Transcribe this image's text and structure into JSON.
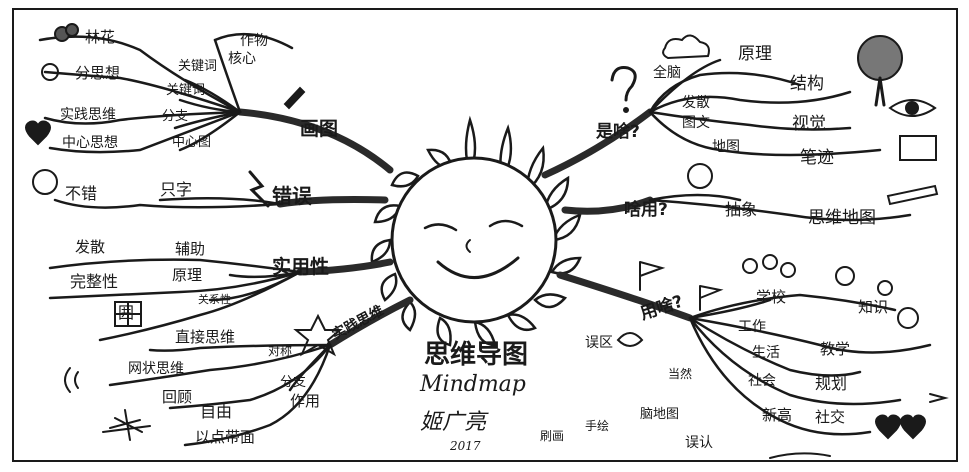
{
  "center": {
    "title": "思维导图",
    "subtitle": "Mindmap",
    "signature": "姬广亮",
    "year": "2017"
  },
  "branches": {
    "draw": {
      "label": "画图",
      "leaves": [
        "林花",
        "分思想",
        "实践思维",
        "中心思想",
        "作物",
        "核心",
        "关键词",
        "关键词",
        "分支",
        "中心图"
      ]
    },
    "mistake": {
      "label": "错误",
      "leaves": [
        "不错",
        "只字"
      ]
    },
    "useful": {
      "label": "实用性",
      "leaves": [
        "发散",
        "完整性",
        "囲",
        "辅助",
        "原理",
        "关系性"
      ]
    },
    "practice": {
      "label": "实践思维",
      "leaves": [
        "直接思维",
        "对称",
        "网状思维",
        "分支",
        "回顾",
        "自由",
        "作用",
        "以点带面"
      ]
    },
    "what": {
      "label": "是啥?",
      "leaves": [
        "全脑",
        "原理",
        "发散",
        "结构",
        "图文",
        "视觉",
        "地图",
        "笔迹"
      ]
    },
    "purpose": {
      "label": "啥用?",
      "leaves": [
        "抽象",
        "思维地图"
      ]
    },
    "use": {
      "label": "用啥?",
      "leaves": [
        "学校",
        "知识",
        "工作",
        "教学",
        "生活",
        "社会",
        "规划",
        "新高",
        "社交"
      ]
    },
    "misc": {
      "leaves": [
        "误区",
        "当然",
        "脑地图",
        "手绘",
        "刷画",
        "误认"
      ]
    }
  },
  "colors": {
    "ink": "#1a1a1a",
    "fill": "#ffffff",
    "grey": "#555555"
  }
}
